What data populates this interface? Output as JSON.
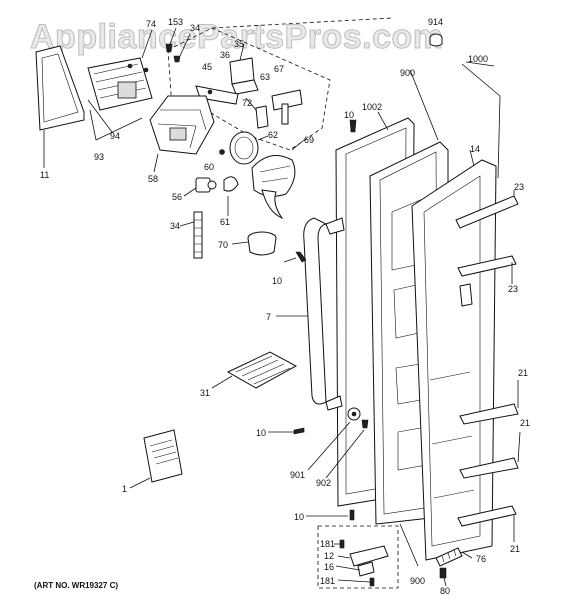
{
  "watermark": "AppliancePartsPros.com",
  "art_number": "(ART NO. WR19327 C)",
  "part_labels": {
    "p74": "74",
    "p153": "153",
    "p34_top": "34",
    "p35": "35",
    "p36": "36",
    "p45": "45",
    "p63": "63",
    "p67": "67",
    "p72": "72",
    "p62": "62",
    "p69": "69",
    "p60": "60",
    "p94": "94",
    "p93": "93",
    "p58": "58",
    "p56": "56",
    "p61": "61",
    "p34": "34",
    "p70": "70",
    "p11": "11",
    "p914": "914",
    "p1000": "1000",
    "p900_top": "900",
    "p10_a": "10",
    "p1002": "1002",
    "p14": "14",
    "p23_a": "23",
    "p23_b": "23",
    "p10_b": "10",
    "p7": "7",
    "p31": "31",
    "p21_a": "21",
    "p21_b": "21",
    "p10_c": "10",
    "p901": "901",
    "p902": "902",
    "p1": "1",
    "p10_d": "10",
    "p181_a": "181",
    "p12": "12",
    "p16": "16",
    "p181_b": "181",
    "p900_bot": "900",
    "p76": "76",
    "p80": "80",
    "p21_c": "21"
  }
}
